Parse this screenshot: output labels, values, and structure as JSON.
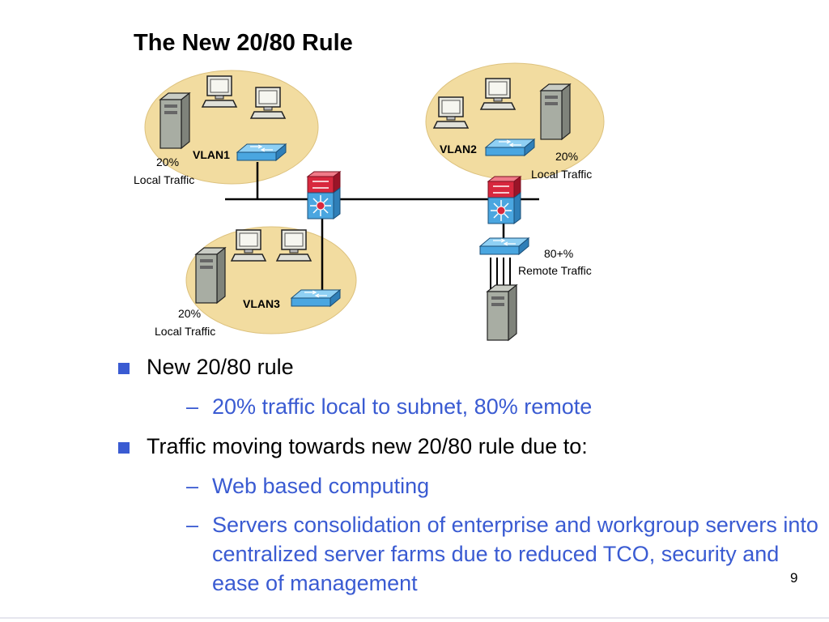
{
  "slide": {
    "title": "The New 20/80 Rule",
    "page_number": "9"
  },
  "diagram": {
    "vlan1": {
      "name": "VLAN1",
      "percent": "20%",
      "traffic": "Local Traffic"
    },
    "vlan2": {
      "name": "VLAN2",
      "percent": "20%",
      "traffic": "Local Traffic"
    },
    "vlan3": {
      "name": "VLAN3",
      "percent": "20%",
      "traffic": "Local Traffic"
    },
    "remote": {
      "percent": "80+%",
      "traffic": "Remote Traffic"
    },
    "colors": {
      "cloud": "#f2dca0",
      "switch": "#4aa6e0",
      "router": "#d8283e",
      "server": "#a8ada3"
    }
  },
  "bullets": [
    {
      "text": "New 20/80 rule",
      "sub": [
        "20% traffic local to subnet, 80% remote"
      ]
    },
    {
      "text": "Traffic moving towards new 20/80 rule due to:",
      "sub": [
        "Web based computing",
        "Servers consolidation of enterprise and workgroup servers into centralized server farms due to reduced TCO, security and ease of management"
      ]
    }
  ],
  "colors": {
    "accent": "#3a5bd2"
  }
}
